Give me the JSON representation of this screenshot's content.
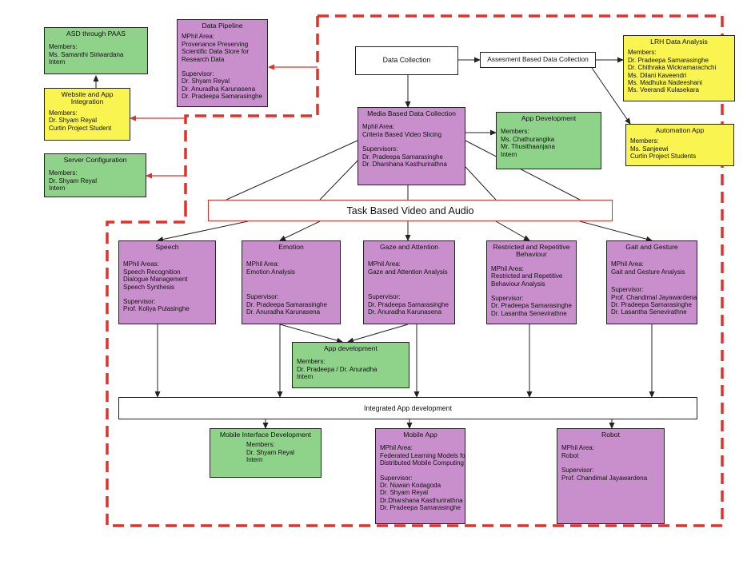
{
  "boxes": {
    "asd": {
      "title": "ASD through PAAS",
      "members_label": "Members:",
      "members": [
        "Ms. Samanthi Siriwardana",
        "Intern"
      ]
    },
    "website": {
      "title": "Website and App Integration",
      "members_label": "Members:",
      "members": [
        "Dr. Shyam Reyal",
        "Curtin Project Student"
      ]
    },
    "server": {
      "title": "Server Configuration",
      "members_label": "Members:",
      "members": [
        "Dr. Shyam Reyal",
        "Intern"
      ]
    },
    "pipeline": {
      "title": "Data Pipeline",
      "area_label": "MPhil Area:",
      "area": [
        "Provenance Preserving",
        "Scientific Data Store for",
        "Research Data"
      ],
      "sup_label": "Supervisor:",
      "supervisors": [
        "Dr. Shyam Reyal",
        "Dr. Anuradha Karunasena",
        "Dr. Pradeepa Samarasinghe"
      ]
    },
    "data_collection": {
      "title": "Data Collection"
    },
    "assessment": {
      "title": "Assesment Based Data Collection"
    },
    "lrh": {
      "title": "LRH Data Analysis",
      "members_label": "Members:",
      "members": [
        "Dr. Pradeepa Samarasinghe",
        "Dr. Chithraka Wickramarachchi",
        "Ms. Dilani Kaveendri",
        "Ms. Madhuka Nadeeshani",
        "Ms. Veerandi Kulasekara"
      ]
    },
    "automation": {
      "title": "Automation App",
      "members_label": "Members:",
      "members": [
        "Ms. Sanjeewi",
        "Curtin Project Students"
      ]
    },
    "media": {
      "title": "Media Based Data Collection",
      "area_label": "Mphil Area:",
      "area": [
        "Criteria Based Video Slicing"
      ],
      "sup_label": "Supervisors:",
      "supervisors": [
        "Dr. Pradeepa Samarasinghe",
        "Dr. Dharshana Kasthurirathna"
      ]
    },
    "app_dev_top": {
      "title": "App Development",
      "members_label": "Members:",
      "members": [
        "Ms. Chathurangika",
        "Mr. Thusithaanjana",
        "Intern"
      ]
    },
    "task_bar": {
      "title": "Task Based Video and Audio"
    },
    "speech": {
      "title": "Speech",
      "area_label": "MPhil Areas:",
      "area": [
        "Speech Recognition",
        "Dialogue Management",
        "Speech Synthesis"
      ],
      "sup_label": "Supervisor:",
      "supervisors": [
        "Prof. Koliya Pulasinghe"
      ]
    },
    "emotion": {
      "title": "Emotion",
      "area_label": "MPhil Area:",
      "area": [
        "Emotion Analysis"
      ],
      "sup_label": "Supervisor:",
      "supervisors": [
        "Dr. Pradeepa Samarasinghe",
        "Dr. Anuradha Karunasena"
      ]
    },
    "gaze": {
      "title": "Gaze and Attention",
      "area_label": "MPhil Area:",
      "area": [
        "Gaze and Attention Analysis"
      ],
      "sup_label": "Supervisor:",
      "supervisors": [
        "Dr. Pradeepa Samarasinghe",
        "Dr. Anuradha Karunasena"
      ]
    },
    "restricted": {
      "title": "Restricted and Repetitive Behaviour",
      "area_label": "MPhil Area:",
      "area": [
        "Restricted and Repetitive",
        "Behaviour Analysis"
      ],
      "sup_label": "Supervisor:",
      "supervisors": [
        "Dr. Pradeepa Samarasinghe",
        "Dr. Lasantha Senevirathne"
      ]
    },
    "gait": {
      "title": "Gait and Gesture",
      "area_label": "MPhil Area:",
      "area": [
        "Gait and Gesture Analysis"
      ],
      "sup_label": "Supervisor:",
      "supervisors": [
        "Prof. Chandimal Jayawardena",
        "Dr. Pradeepa Samarasinghe",
        "Dr. Lasantha Senevirathne"
      ]
    },
    "app_dev_mid": {
      "title": "App development",
      "members_label": "Members:",
      "members": [
        "Dr. Pradeepa / Dr. Anuradha",
        "Intern"
      ]
    },
    "integrated": {
      "title": "Integrated App development"
    },
    "mobile_iface": {
      "title": "Mobile Interface Development",
      "members_label": "Members:",
      "members": [
        "Dr. Shyam Reyal",
        "Intern"
      ]
    },
    "mobile_app": {
      "title": "Mobile App",
      "area_label": "MPhil Area:",
      "area": [
        "Federated Learning Models for",
        "Distributed Mobile Computing"
      ],
      "sup_label": "Supervisor:",
      "supervisors": [
        "Dr. Nuwan Kodagoda",
        "Dr. Shyam Reyal",
        "Dr.Dharshana Kasthurirathna",
        "Dr. Pradeepa Samarasinghe"
      ]
    },
    "robot": {
      "title": "Robot",
      "area_label": "MPhil Area:",
      "area": [
        "Robot"
      ],
      "sup_label": "Supervisor:",
      "supervisors": [
        "Prof. Chandimal Jayawardena"
      ]
    }
  },
  "colors": {
    "green": "#8fd38a",
    "yellow": "#f9f450",
    "purple": "#c98fcc",
    "dashed_border": "#e0312a",
    "red_arrow": "#e0312a",
    "line": "#222222"
  }
}
